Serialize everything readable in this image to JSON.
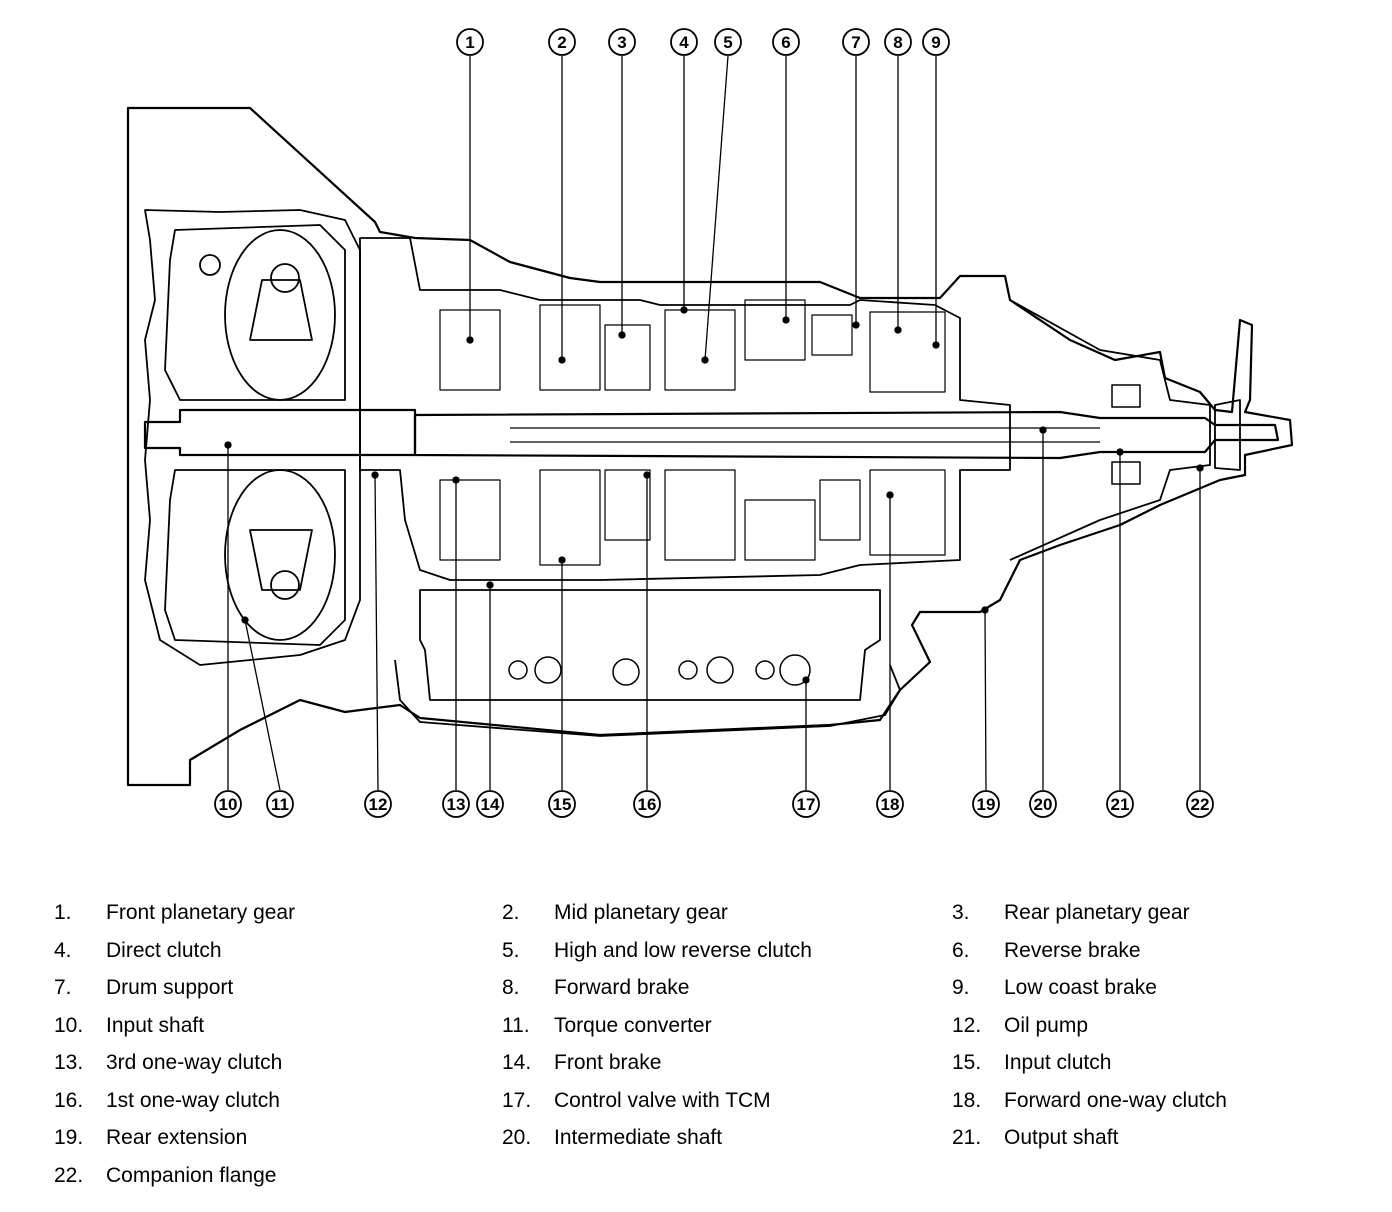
{
  "diagram": {
    "top_callouts": [
      "1",
      "2",
      "3",
      "4",
      "5",
      "6",
      "7",
      "8",
      "9"
    ],
    "bottom_callouts": [
      "10",
      "11",
      "12",
      "13",
      "14",
      "15",
      "16",
      "17",
      "18",
      "19",
      "20",
      "21",
      "22"
    ]
  },
  "legend": [
    {
      "num": "1.",
      "label": "Front planetary gear"
    },
    {
      "num": "2.",
      "label": "Mid planetary gear"
    },
    {
      "num": "3.",
      "label": "Rear planetary gear"
    },
    {
      "num": "4.",
      "label": "Direct clutch"
    },
    {
      "num": "5.",
      "label": "High and low reverse clutch"
    },
    {
      "num": "6.",
      "label": "Reverse brake"
    },
    {
      "num": "7.",
      "label": "Drum support"
    },
    {
      "num": "8.",
      "label": "Forward brake"
    },
    {
      "num": "9.",
      "label": "Low coast brake"
    },
    {
      "num": "10.",
      "label": "Input shaft"
    },
    {
      "num": "11.",
      "label": "Torque converter"
    },
    {
      "num": "12.",
      "label": "Oil pump"
    },
    {
      "num": "13.",
      "label": "3rd one-way clutch"
    },
    {
      "num": "14.",
      "label": "Front brake"
    },
    {
      "num": "15.",
      "label": "Input clutch"
    },
    {
      "num": "16.",
      "label": "1st one-way clutch"
    },
    {
      "num": "17.",
      "label": "Control valve with TCM"
    },
    {
      "num": "18.",
      "label": "Forward one-way clutch"
    },
    {
      "num": "19.",
      "label": "Rear extension"
    },
    {
      "num": "20.",
      "label": "Intermediate shaft"
    },
    {
      "num": "21.",
      "label": "Output shaft"
    },
    {
      "num": "22.",
      "label": "Companion flange"
    }
  ]
}
